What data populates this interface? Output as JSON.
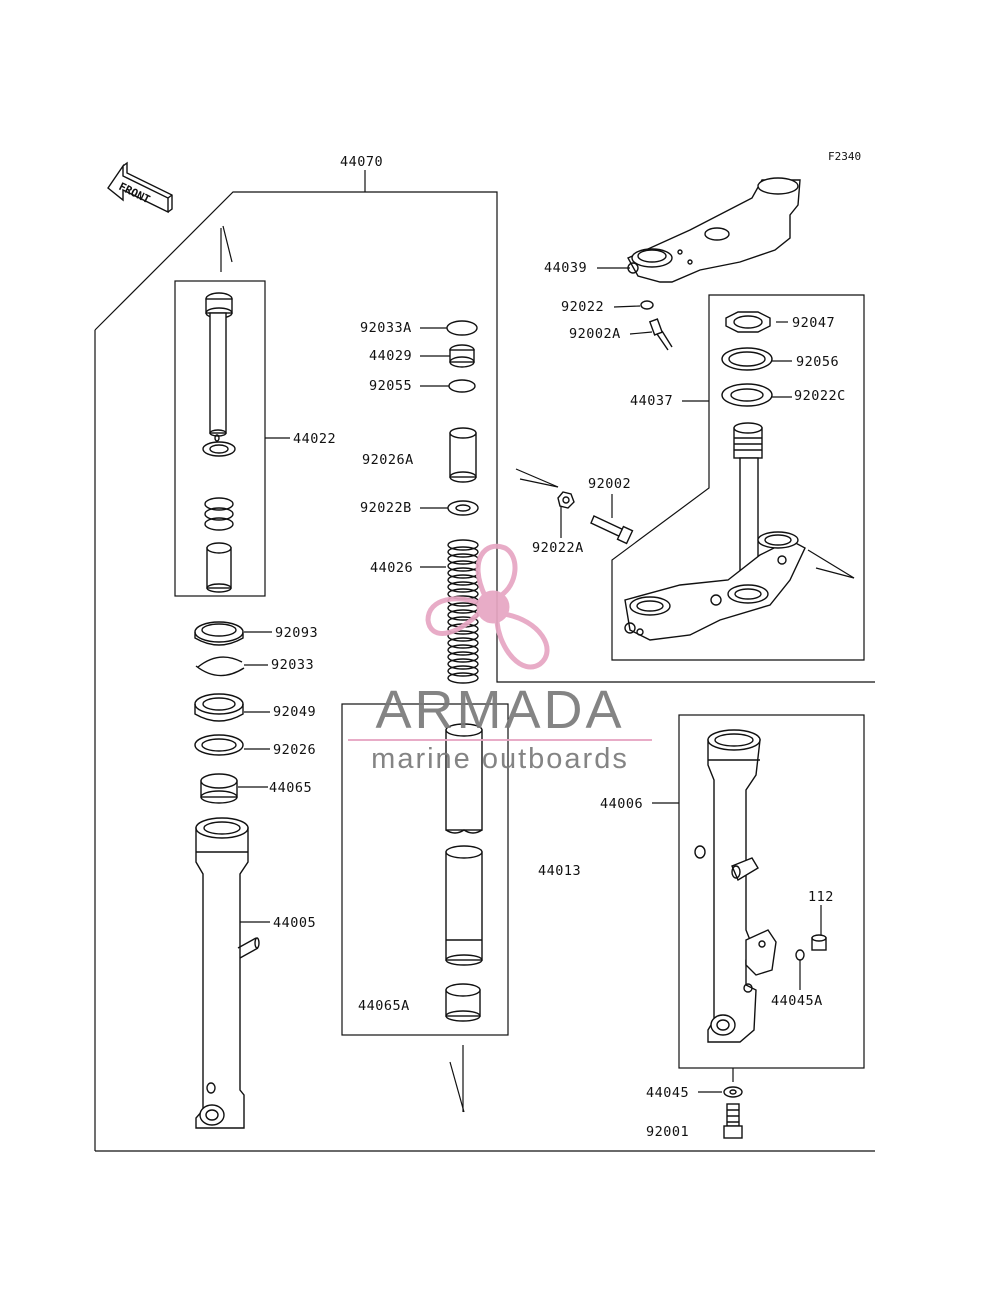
{
  "diagram": {
    "figure_code": "F2340",
    "front_label": "FRONT",
    "part_labels": {
      "p44070": "44070",
      "p44039": "44039",
      "p92022": "92022",
      "p92002A": "92002A",
      "p92047": "92047",
      "p92056": "92056",
      "p44037": "44037",
      "p92022C": "92022C",
      "p92033A": "92033A",
      "p44029": "44029",
      "p92055": "92055",
      "p44022": "44022",
      "p92026A": "92026A",
      "p92022B": "92022B",
      "p92002": "92002",
      "p92022A": "92022A",
      "p44026": "44026",
      "p92093": "92093",
      "p92033": "92033",
      "p92049": "92049",
      "p92026": "92026",
      "p44065": "44065",
      "p44006": "44006",
      "p44013": "44013",
      "p44005": "44005",
      "p112": "112",
      "p44045A": "44045A",
      "p44065A": "44065A",
      "p44045": "44045",
      "p92001": "92001"
    }
  },
  "watermark": {
    "brand": "ARMADA",
    "tagline": "marine outboards",
    "colors": {
      "pink": "#e7a6c3",
      "gray": "#7a7a7a"
    }
  }
}
